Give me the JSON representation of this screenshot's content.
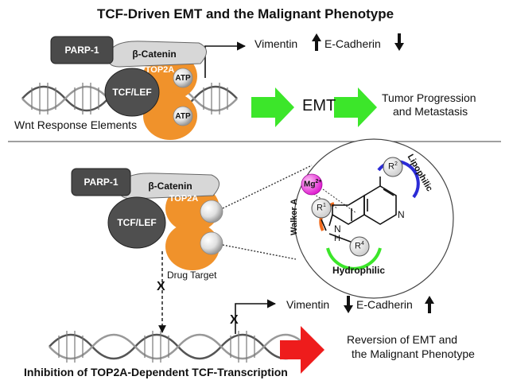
{
  "title_top": "TCF-Driven EMT and the Malignant Phenotype",
  "title_bottom": "Inhibition of TOP2A-Dependent TCF-Transcription",
  "top_panel": {
    "parp1": "PARP-1",
    "beta_catenin": "β-Catenin",
    "tcf_lef": "TCF/LEF",
    "top2a": "TOP2A",
    "atp_1": "ATP",
    "atp_2": "ATP",
    "vimentin": "Vimentin",
    "ecadherin": "E-Cadherin",
    "emt": "EMT",
    "outcome_line1": "Tumor Progression",
    "outcome_line2": "and Metastasis",
    "wnt_label": "Wnt Response Elements"
  },
  "bottom_panel": {
    "parp1": "PARP-1",
    "beta_catenin": "β-Catenin",
    "tcf_lef": "TCF/LEF",
    "top2a": "TOP2A",
    "drug_target": "Drug Target",
    "block_mark_1": "X",
    "block_mark_2": "X",
    "vimentin": "Vimentin",
    "ecadherin": "E-Cadherin",
    "outcome_line1": "Reversion of EMT and",
    "outcome_line2": "the Malignant Phenotype"
  },
  "molecule": {
    "mg": "Mg",
    "mg_sup": "2+",
    "r1": "R",
    "r1_sup": "1",
    "r2": "R",
    "r2_sup": "2",
    "r4": "R",
    "r4_sup": "4",
    "n_ring": "N",
    "n_amine": "N",
    "h_amine": "H",
    "walker_a": "Walker A",
    "lipophilic": "Lipophilic",
    "hydrophilic": "Hydrophilic"
  },
  "colors": {
    "orange": "#f0922b",
    "green": "#3ce62a",
    "red": "#ee1c1c",
    "gray_box": "#4a4a4a",
    "light_box": "#d9d9d9",
    "magenta": "#e020d0",
    "blue": "#2b2bd6"
  },
  "icons": {
    "up": "up-arrow-icon",
    "down": "down-arrow-icon"
  }
}
